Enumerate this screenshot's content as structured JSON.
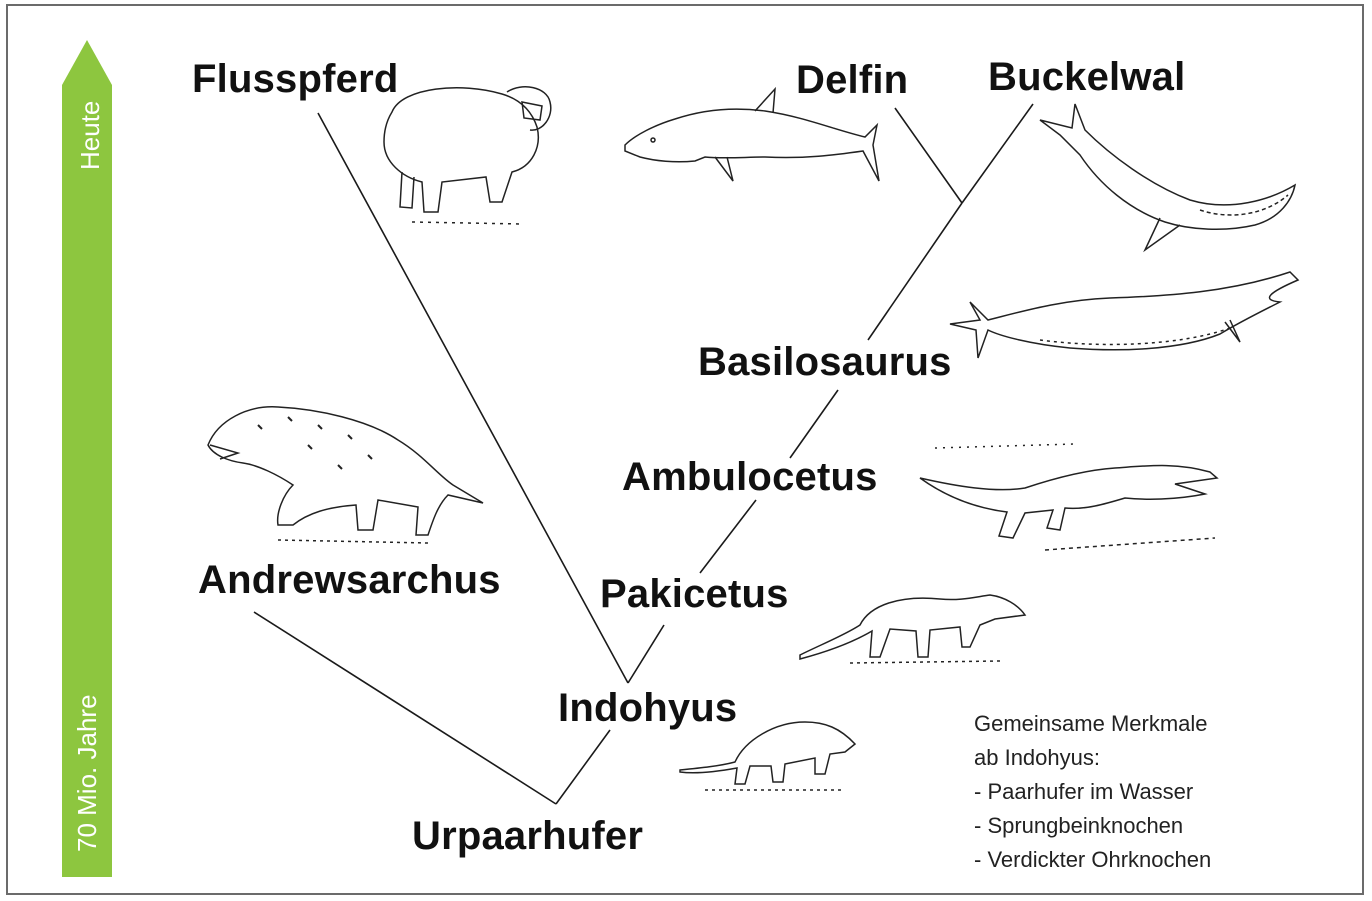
{
  "time_axis": {
    "top_label": "Heute",
    "bottom_label": "70 Mio. Jahre",
    "color": "#8dc63f"
  },
  "taxa": {
    "hippo": "Flusspferd",
    "dolphin": "Delfin",
    "humpback": "Buckelwal",
    "basilosaurus": "Basilosaurus",
    "ambulocetus": "Ambulocetus",
    "pakicetus": "Pakicetus",
    "andrewsarchus": "Andrewsarchus",
    "indohyus": "Indohyus",
    "urpaarhufer": "Urpaarhufer"
  },
  "shared_traits": {
    "heading_line1": "Gemeinsame Merkmale",
    "heading_line2": "ab Indohyus:",
    "items": [
      "- Paarhufer im Wasser",
      "- Sprungbeinknochen",
      "- Verdickter Ohrknochen"
    ]
  },
  "illustrations": [
    "hippo-icon",
    "dolphin-icon",
    "humpback-whale-icon",
    "basilosaurus-icon",
    "ambulocetus-icon",
    "pakicetus-icon",
    "indohyus-icon",
    "andrewsarchus-icon"
  ]
}
